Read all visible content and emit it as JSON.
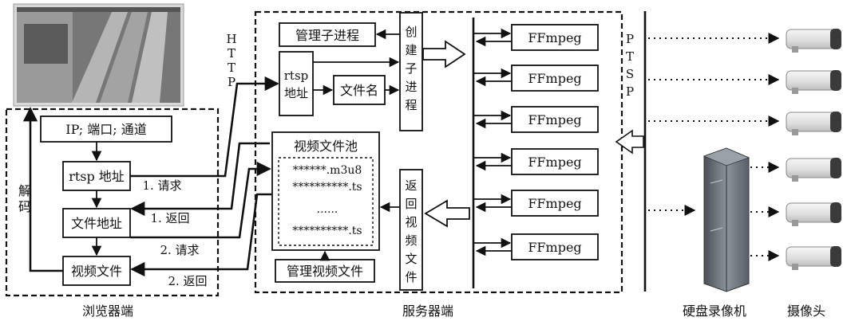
{
  "browser": {
    "section_label": "浏览器端",
    "ip_box": "IP; 端口; 通道",
    "rtsp_box": "rtsp 地址",
    "file_addr_box": "文件地址",
    "video_file_box": "视频文件",
    "decode_label": [
      "解",
      "码"
    ]
  },
  "messages": {
    "request1": "1. 请求",
    "return1": "1. 返回",
    "request2": "2. 请求",
    "return2": "2. 返回",
    "http_letters": [
      "H",
      "T",
      "T",
      "P"
    ],
    "ptsp_letters": [
      "P",
      "T",
      "S",
      "P"
    ]
  },
  "server": {
    "section_label": "服务器端",
    "manage_child": "管理子进程",
    "rtsp_addr": [
      "rtsp",
      "地址"
    ],
    "filename": "文件名",
    "create_child": [
      "创",
      "建",
      "子",
      "进",
      "程"
    ],
    "pool_title": "视频文件池",
    "pool_items": [
      "******.m3u8",
      "**********.ts",
      "......",
      "**********.ts"
    ],
    "manage_video": "管理视频文件",
    "return_video": [
      "返",
      "回",
      "视",
      "频",
      "文",
      "件"
    ],
    "ffmpeg_label": "FFmpeg",
    "ffmpeg_count": 6
  },
  "devices": {
    "nvr_label": "硬盘录像机",
    "camera_label": "摄像头",
    "camera_count": 6
  },
  "colors": {
    "stroke": "#111111",
    "camera_body": "#e6e6e6",
    "camera_lens": "#3a3a3a",
    "nvr_body": "#6b7078",
    "screen_bg": "#7d7d7d"
  }
}
